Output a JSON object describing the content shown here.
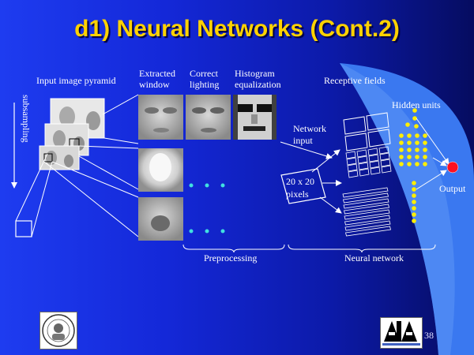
{
  "slide": {
    "title": "d1) Neural Networks (Cont.2)",
    "page_number": "38"
  },
  "labels": {
    "input_pyramid": "Input image pyramid",
    "subsampling": "subsampling",
    "extracted_window_1": "Extracted",
    "extracted_window_2": "window",
    "correct_lighting_1": "Correct",
    "correct_lighting_2": "lighting",
    "histogram_1": "Histogram",
    "histogram_2": "equalization",
    "receptive_fields": "Receptive fields",
    "hidden_units": "Hidden units",
    "network_input_1": "Network",
    "network_input_2": "input",
    "pixels_1": "20 x 20",
    "pixels_2": "pixels",
    "output": "Output",
    "preprocessing": "Preprocessing",
    "neural_network": "Neural network"
  },
  "logos": {
    "left": "university-seal",
    "right": "aia-logo"
  },
  "colors": {
    "title": "#ffd200",
    "hidden_unit": "#ffee00",
    "output_unit": "#ff1020",
    "dots": "#40e0e0",
    "light_wedge": "#3a78f0"
  }
}
